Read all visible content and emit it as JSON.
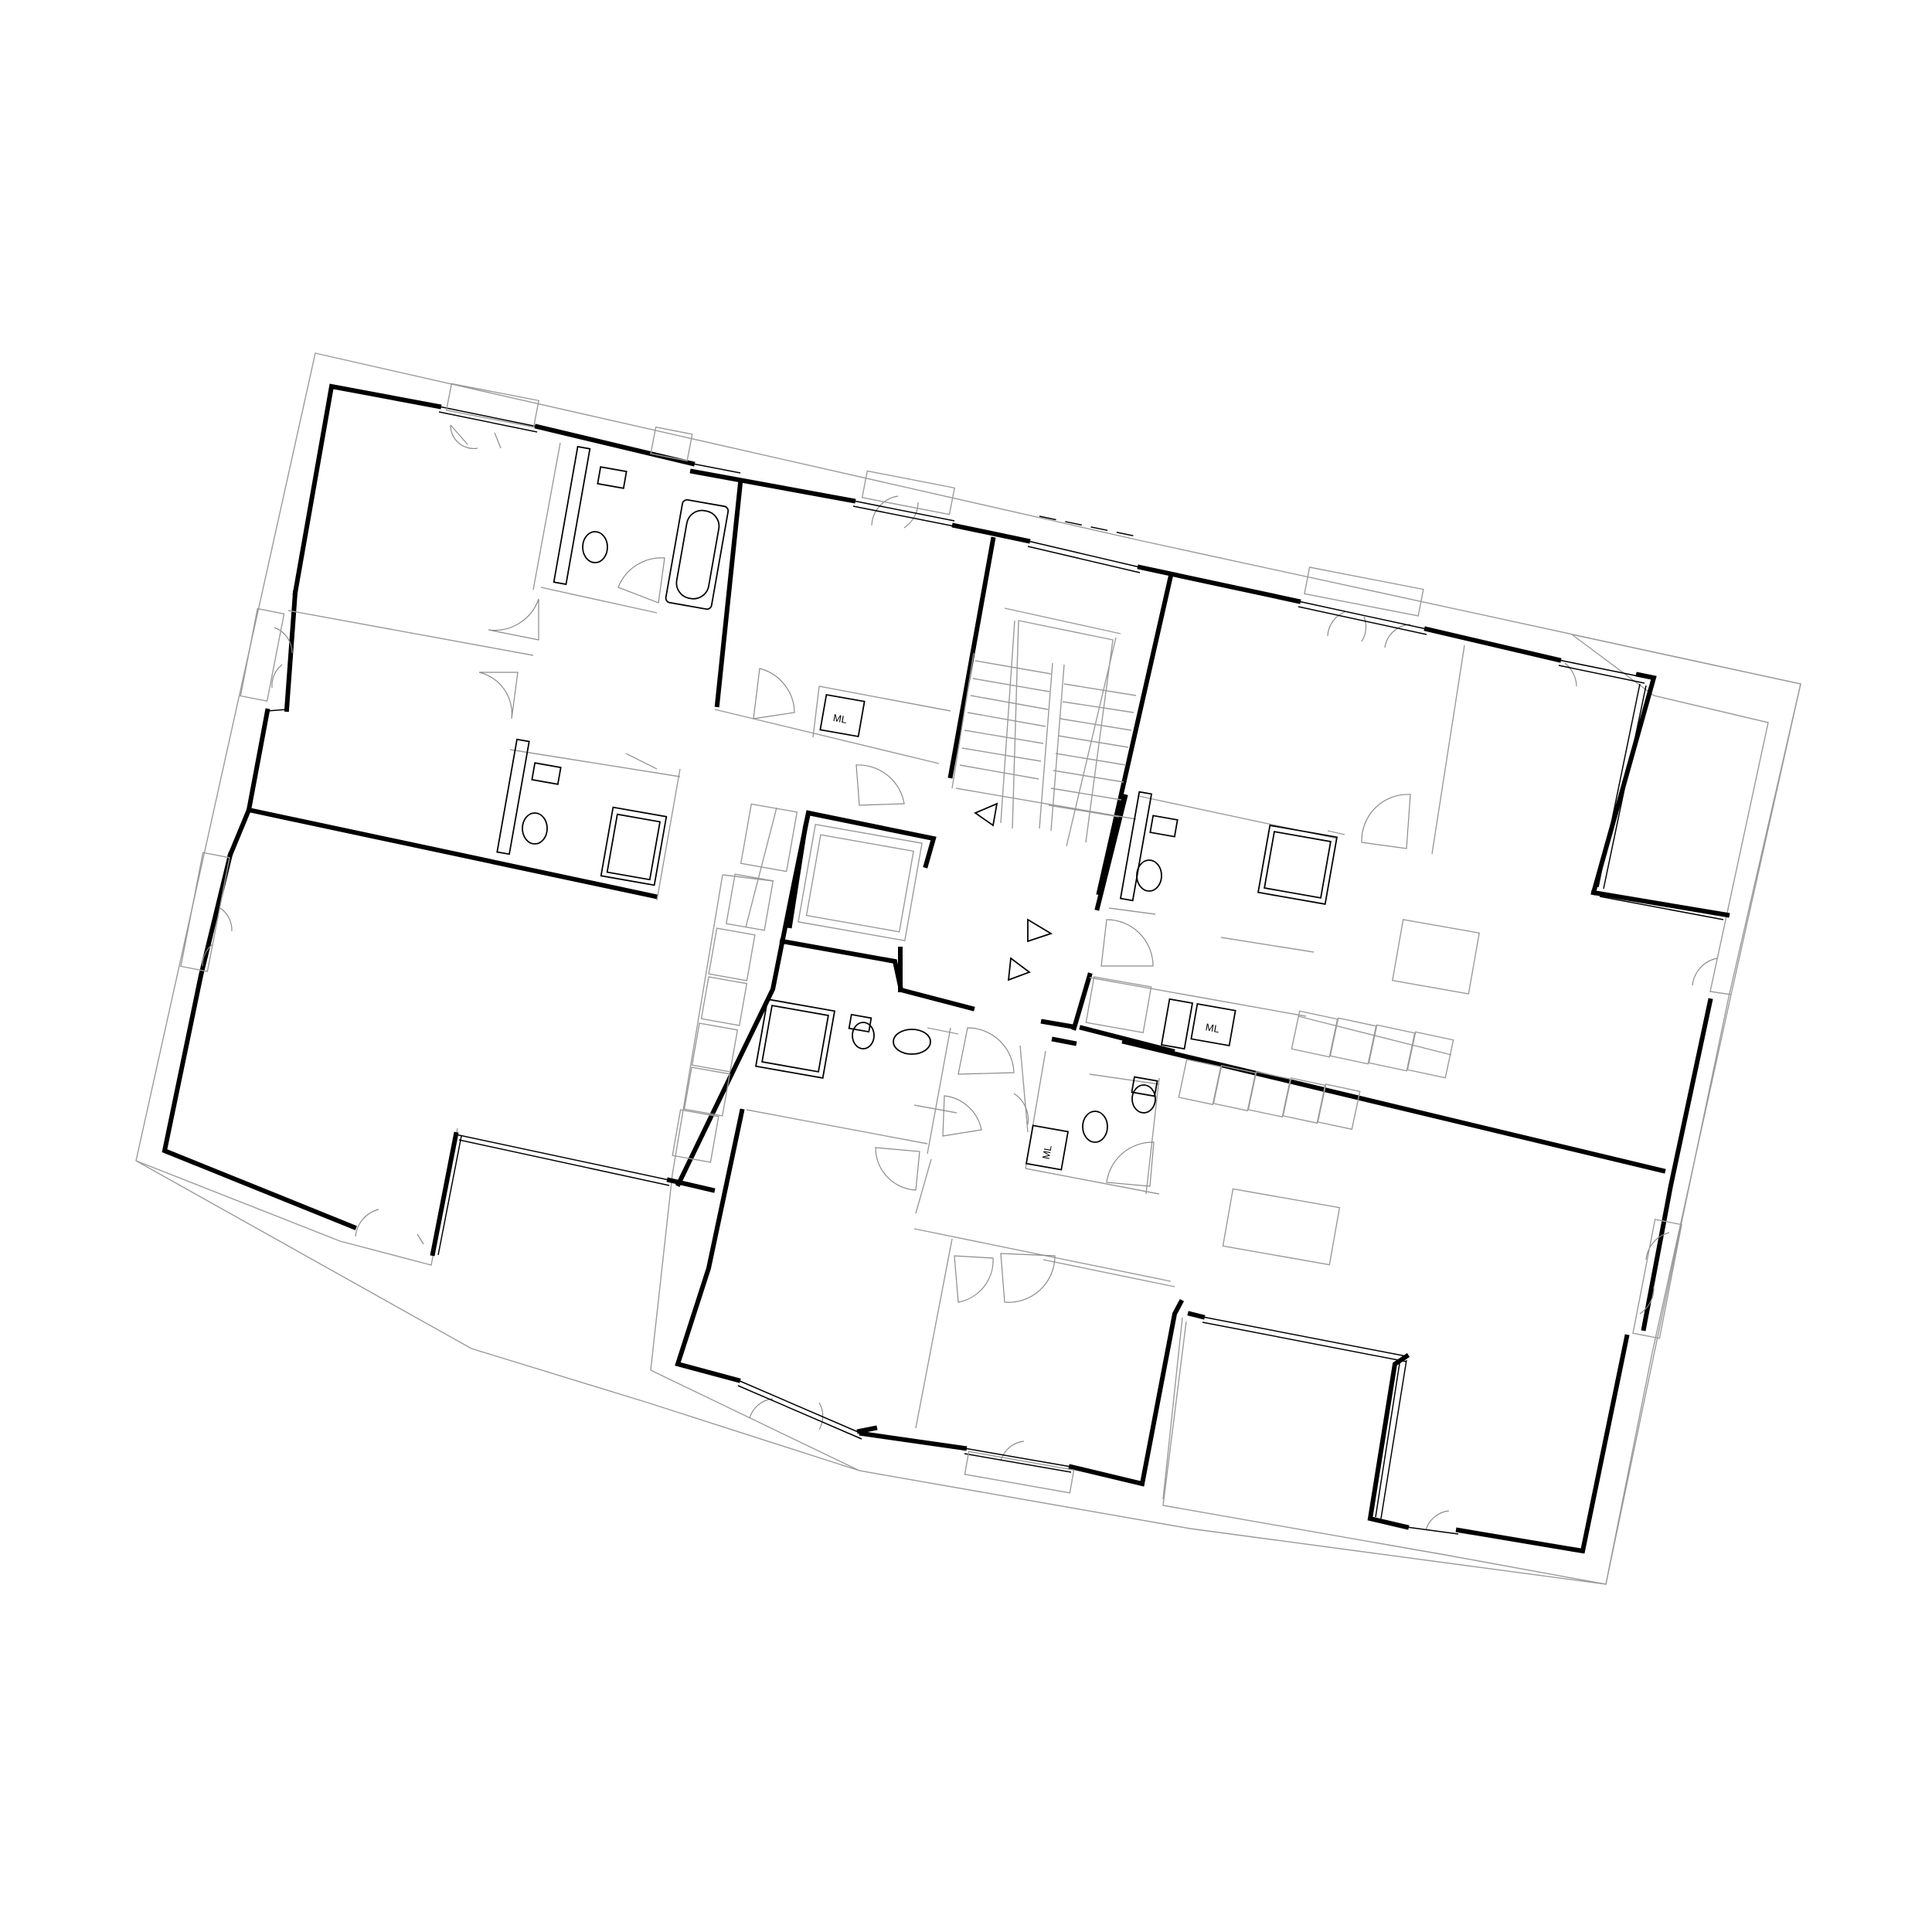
{
  "plan": {
    "labels": [
      "ML",
      "ML",
      "ML"
    ]
  }
}
